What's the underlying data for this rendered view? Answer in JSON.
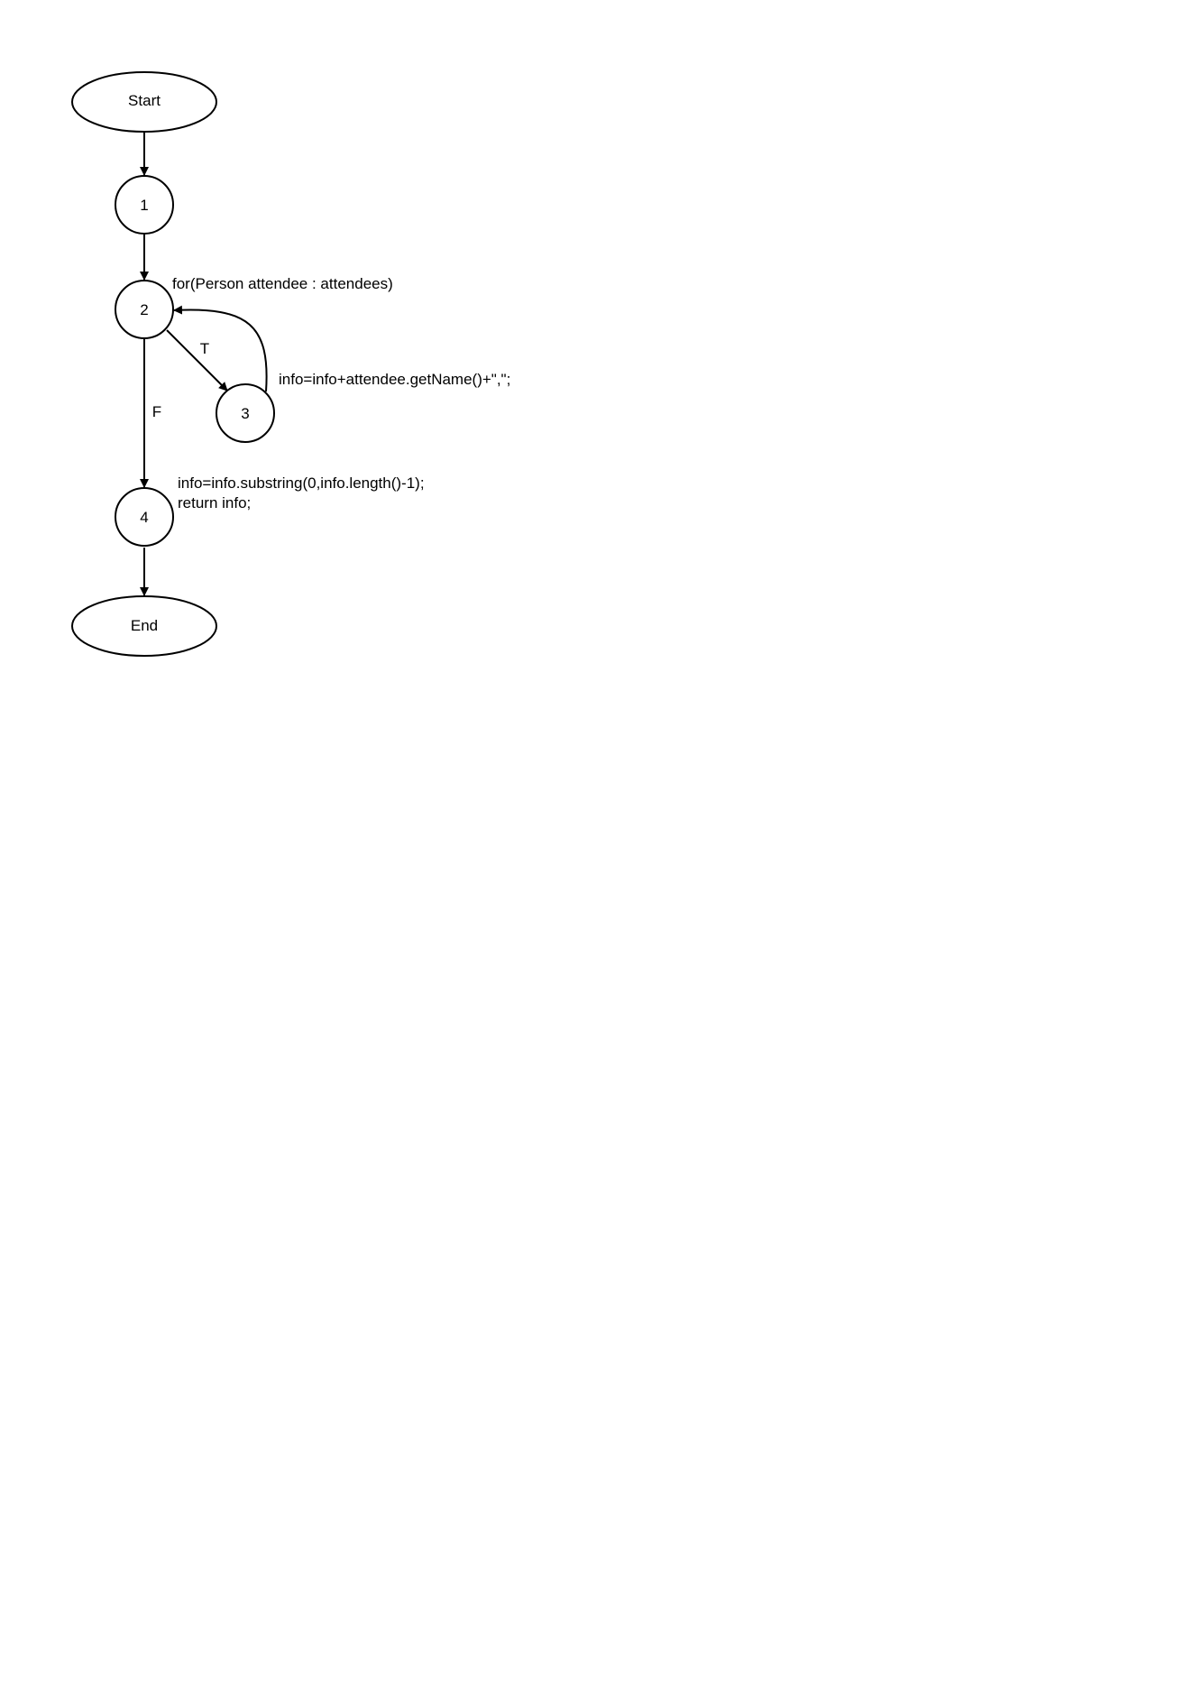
{
  "diagram": {
    "nodes": {
      "start": "Start",
      "n1": "1",
      "n2": "2",
      "n3": "3",
      "n4": "4",
      "end": "End"
    },
    "edge_labels": {
      "true_branch": "T",
      "false_branch": "F"
    },
    "annotations": {
      "loop_header": "for(Person attendee : attendees)",
      "loop_body": "info=info+attendee.getName()+\",\";",
      "final_line1": "info=info.substring(0,info.length()-1);",
      "final_line2": "return info;"
    }
  }
}
